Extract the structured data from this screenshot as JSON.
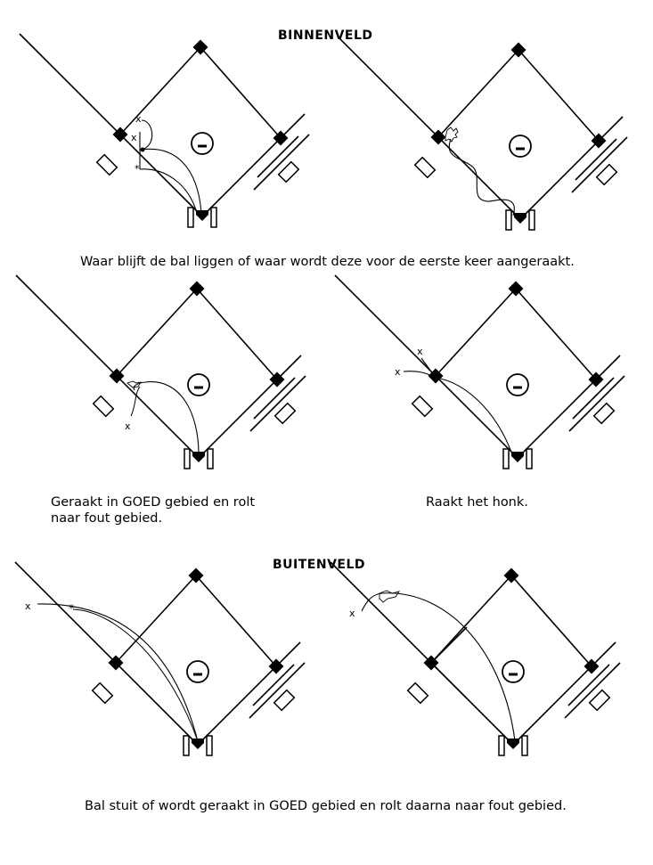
{
  "sections": {
    "infield_title": "BINNENVELD",
    "outfield_title": "BUITENVELD"
  },
  "captions": {
    "row1": "Waar blijft de bal liggen of waar wordt deze voor de eerste keer aangeraakt.",
    "row2_left": "Geraakt in GOED gebied en rolt naar fout gebied.",
    "row2_right": "Raakt het honk.",
    "row3": "Bal stuit of wordt geraakt in GOED gebied en rolt daarna naar fout gebied."
  },
  "markers": {
    "fielder": "x",
    "contact": "*"
  },
  "colors": {
    "ink": "#000000",
    "paper": "#ffffff"
  }
}
